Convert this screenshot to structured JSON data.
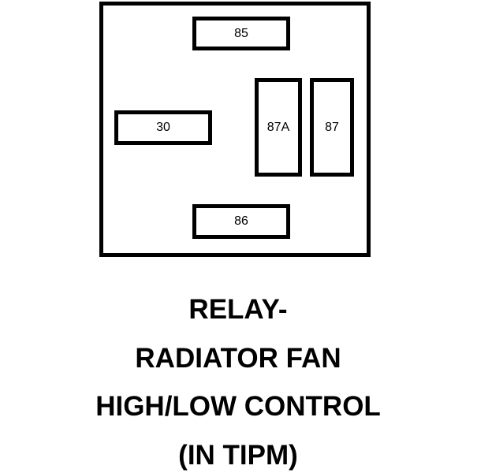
{
  "relay": {
    "terminals": {
      "t85": "85",
      "t30": "30",
      "t87a": "87A",
      "t87": "87",
      "t86": "86"
    }
  },
  "caption": {
    "line1": "RELAY-",
    "line2": "RADIATOR FAN",
    "line3": "HIGH/LOW CONTROL",
    "line4": "(IN TIPM)"
  },
  "colors": {
    "stroke": "#000000",
    "background": "#ffffff"
  }
}
